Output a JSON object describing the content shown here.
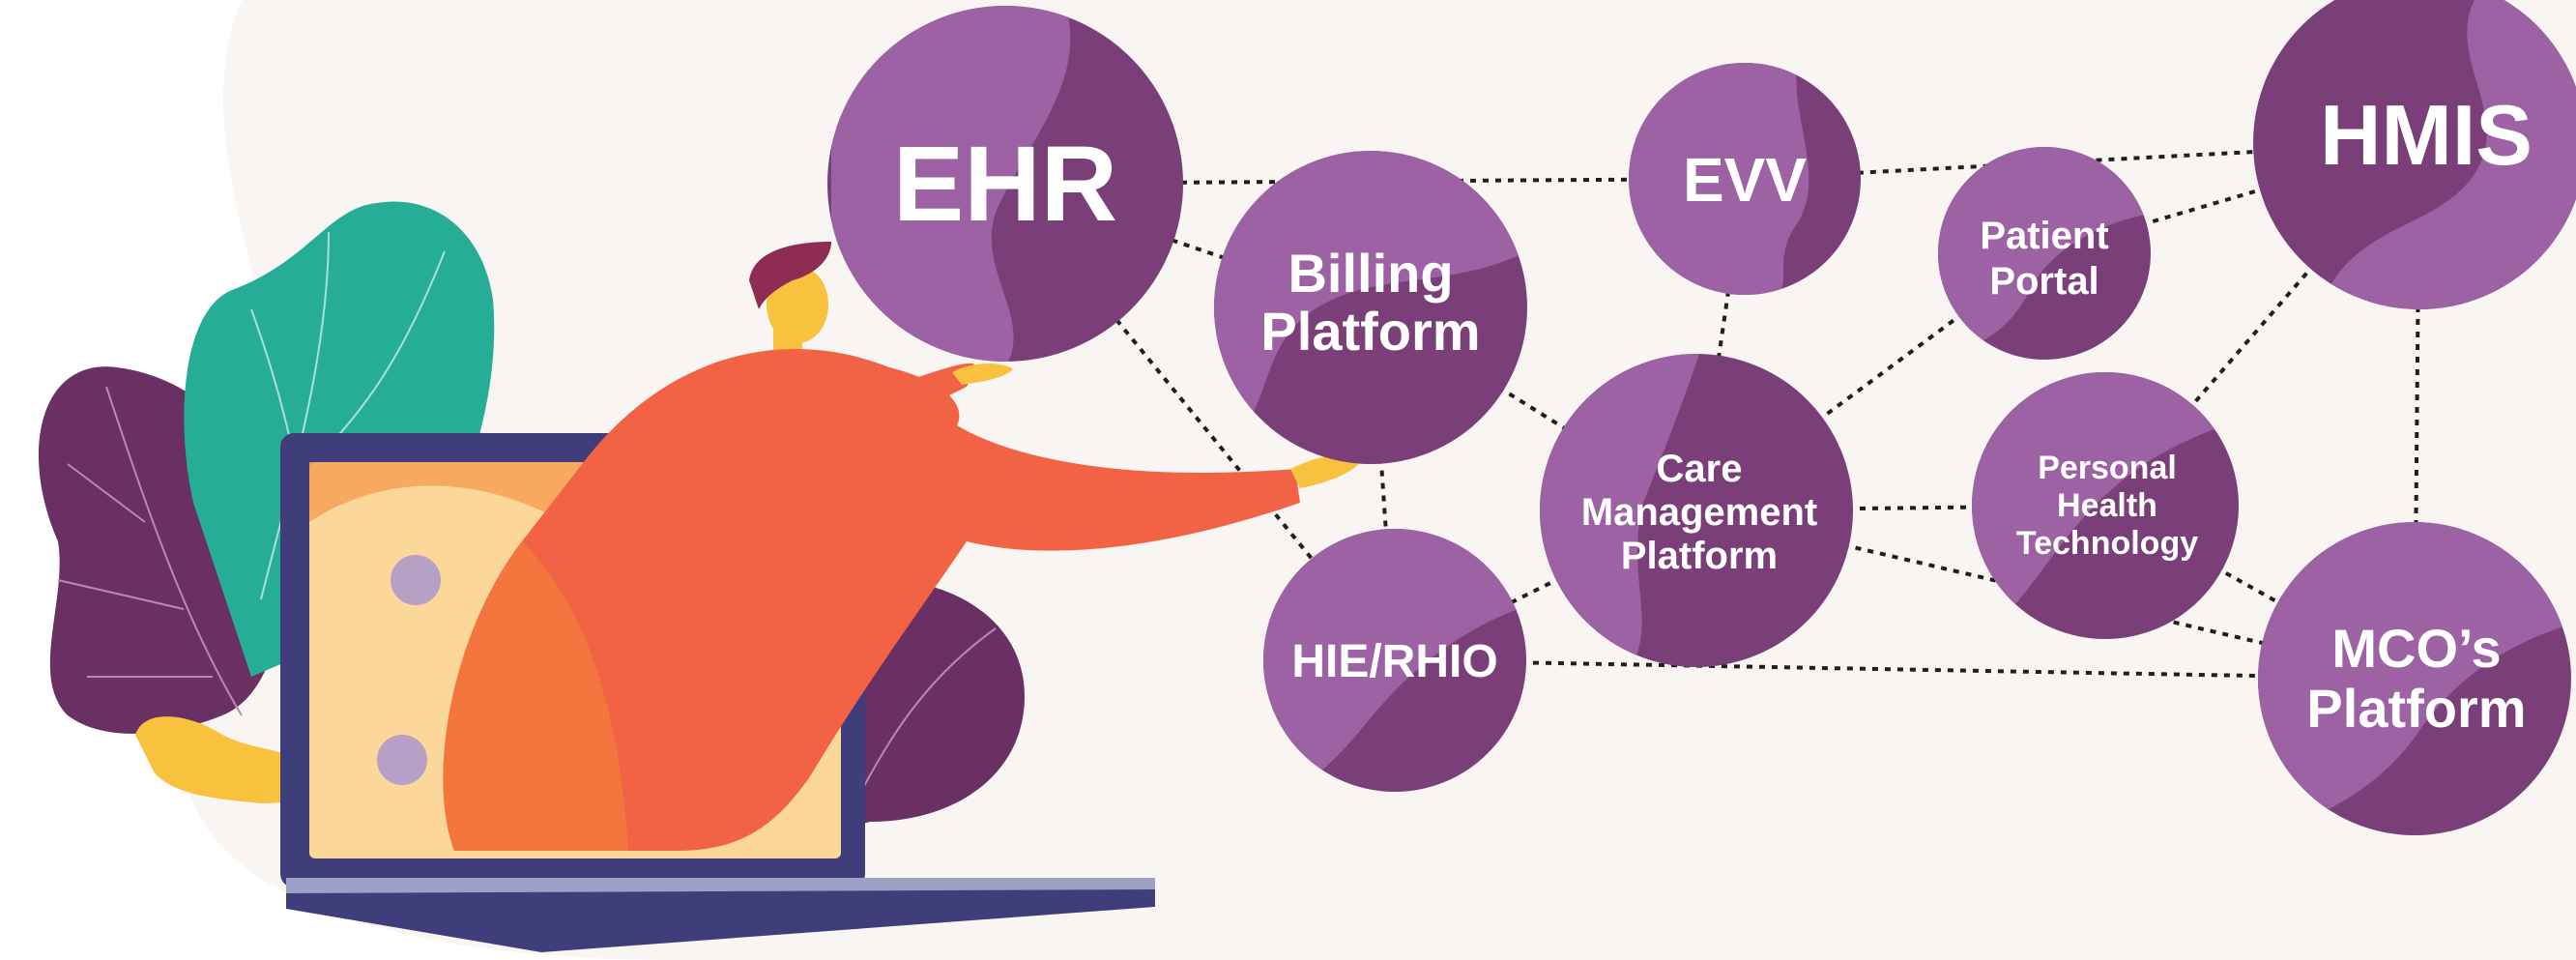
{
  "diagram": {
    "nodes": [
      {
        "id": "ehr",
        "lines": [
          "EHR"
        ]
      },
      {
        "id": "billing",
        "lines": [
          "Billing",
          "Platform"
        ]
      },
      {
        "id": "evv",
        "lines": [
          "EVV"
        ]
      },
      {
        "id": "patient-portal",
        "lines": [
          "Patient",
          "Portal"
        ]
      },
      {
        "id": "hmis",
        "lines": [
          "HMIS"
        ]
      },
      {
        "id": "care-management",
        "lines": [
          "Care",
          "Management",
          "Platform"
        ]
      },
      {
        "id": "personal-health",
        "lines": [
          "Personal",
          "Health",
          "Technology"
        ]
      },
      {
        "id": "hie-rhio",
        "lines": [
          "HIE/RHIO"
        ]
      },
      {
        "id": "mco",
        "lines": [
          "MCO’s",
          "Platform"
        ]
      }
    ],
    "edges": [
      [
        "ehr",
        "evv"
      ],
      [
        "evv",
        "hmis"
      ],
      [
        "ehr",
        "billing"
      ],
      [
        "ehr",
        "hie-rhio"
      ],
      [
        "billing",
        "hie-rhio"
      ],
      [
        "billing",
        "care-management"
      ],
      [
        "evv",
        "care-management"
      ],
      [
        "patient-portal",
        "care-management"
      ],
      [
        "patient-portal",
        "hmis"
      ],
      [
        "care-management",
        "personal-health"
      ],
      [
        "care-management",
        "hie-rhio"
      ],
      [
        "care-management",
        "mco"
      ],
      [
        "personal-health",
        "hmis"
      ],
      [
        "personal-health",
        "mco"
      ],
      [
        "hmis",
        "mco"
      ],
      [
        "hie-rhio",
        "mco"
      ]
    ]
  },
  "colors": {
    "node_fill": "#7a3f78",
    "node_accent": "#9c62a3",
    "line": "#1f1f1f",
    "background_blob": "#f9f5f3",
    "shirt": "#f26245",
    "laptop_body": "#3f3e7a",
    "screen": "#fbd79a",
    "leaf_green": "#26ad96",
    "leaf_purple": "#6a2f63",
    "leaf_yellow": "#f8c23e"
  },
  "illustration": {
    "person": "person-reaching-icon",
    "laptop": "laptop-icon",
    "plants": "leaf-icon"
  }
}
